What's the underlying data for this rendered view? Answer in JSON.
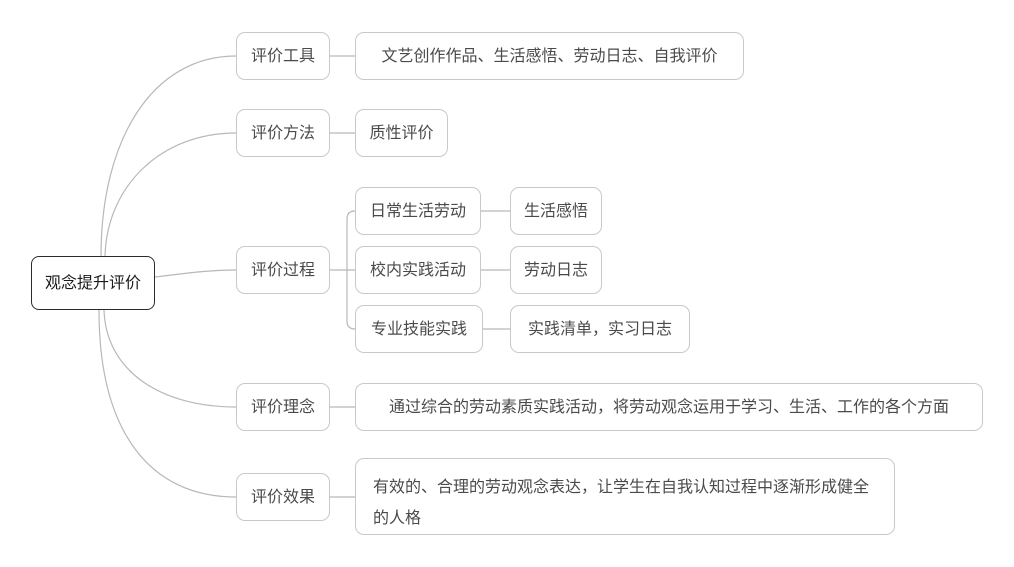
{
  "root": {
    "label": "观念提升评价"
  },
  "branches": [
    {
      "label": "评价工具",
      "children": [
        {
          "label": "文艺创作作品、生活感悟、劳动日志、自我评价"
        }
      ]
    },
    {
      "label": "评价方法",
      "children": [
        {
          "label": "质性评价"
        }
      ]
    },
    {
      "label": "评价过程",
      "children": [
        {
          "label": "日常生活劳动",
          "children": [
            {
              "label": "生活感悟"
            }
          ]
        },
        {
          "label": "校内实践活动",
          "children": [
            {
              "label": "劳动日志"
            }
          ]
        },
        {
          "label": "专业技能实践",
          "children": [
            {
              "label": "实践清单，实习日志"
            }
          ]
        }
      ]
    },
    {
      "label": "评价理念",
      "children": [
        {
          "label": "通过综合的劳动素质实践活动，将劳动观念运用于学习、生活、工作的各个方面"
        }
      ]
    },
    {
      "label": "评价效果",
      "children": [
        {
          "label": "有效的、合理的劳动观念表达，让学生在自我认知过程中逐渐形成健全的人格"
        }
      ]
    }
  ],
  "colors": {
    "background": "#ffffff",
    "node_border": "#c9c9c9",
    "root_border": "#2b2b2b",
    "connector_line": "#b8b8b8",
    "node_text": "#4a4a4a",
    "root_text": "#1a1a1a"
  }
}
